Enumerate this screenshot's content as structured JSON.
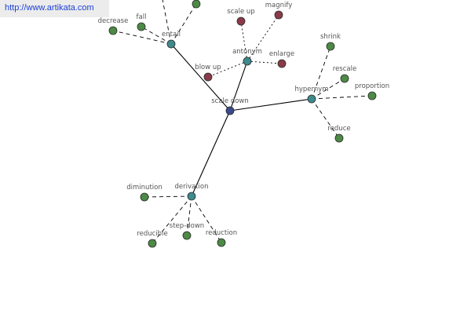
{
  "watermark": {
    "text": "http://www.artikata.com"
  },
  "colors": {
    "center": "#3a4a8a",
    "relation": "#3f8a8c",
    "antonym_leaf": "#8a3a48",
    "leaf": "#4c8a45",
    "edge": "#000000",
    "label": "#555555",
    "watermark_text": "#1c3fd6",
    "watermark_bg": "#ececec"
  },
  "nodes": [
    {
      "id": "scale-down",
      "label": "scale down",
      "kind": "center"
    },
    {
      "id": "entail",
      "label": "entail",
      "kind": "relation"
    },
    {
      "id": "antonym",
      "label": "antonym",
      "kind": "relation"
    },
    {
      "id": "hypernym",
      "label": "hypernym",
      "kind": "relation"
    },
    {
      "id": "derivation",
      "label": "derivation",
      "kind": "relation"
    },
    {
      "id": "decrease",
      "label": "decrease",
      "kind": "leaf"
    },
    {
      "id": "fall",
      "label": "fall",
      "kind": "leaf"
    },
    {
      "id": "entail-top-a",
      "label": "",
      "kind": "leaf"
    },
    {
      "id": "entail-top-b",
      "label": "",
      "kind": "leaf"
    },
    {
      "id": "scale-up",
      "label": "scale up",
      "kind": "antonym_leaf"
    },
    {
      "id": "magnify",
      "label": "magnify",
      "kind": "antonym_leaf"
    },
    {
      "id": "enlarge",
      "label": "enlarge",
      "kind": "antonym_leaf"
    },
    {
      "id": "blow-up",
      "label": "blow up",
      "kind": "antonym_leaf"
    },
    {
      "id": "shrink",
      "label": "shrink",
      "kind": "leaf"
    },
    {
      "id": "rescale",
      "label": "rescale",
      "kind": "leaf"
    },
    {
      "id": "proportion",
      "label": "proportion",
      "kind": "leaf"
    },
    {
      "id": "reduce",
      "label": "reduce",
      "kind": "leaf"
    },
    {
      "id": "diminution",
      "label": "diminution",
      "kind": "leaf"
    },
    {
      "id": "step-down",
      "label": "step-down",
      "kind": "leaf"
    },
    {
      "id": "reducible",
      "label": "reducible",
      "kind": "leaf"
    },
    {
      "id": "reduction",
      "label": "reduction",
      "kind": "leaf"
    }
  ],
  "edges": [
    {
      "from": "scale-down",
      "to": "entail",
      "style": "solid"
    },
    {
      "from": "scale-down",
      "to": "antonym",
      "style": "solid"
    },
    {
      "from": "scale-down",
      "to": "hypernym",
      "style": "solid"
    },
    {
      "from": "scale-down",
      "to": "derivation",
      "style": "solid"
    },
    {
      "from": "entail",
      "to": "decrease",
      "style": "dashed"
    },
    {
      "from": "entail",
      "to": "fall",
      "style": "dashed"
    },
    {
      "from": "entail",
      "to": "entail-top-a",
      "style": "dashed"
    },
    {
      "from": "entail",
      "to": "entail-top-b",
      "style": "dashed"
    },
    {
      "from": "antonym",
      "to": "scale-up",
      "style": "dotted"
    },
    {
      "from": "antonym",
      "to": "magnify",
      "style": "dotted"
    },
    {
      "from": "antonym",
      "to": "enlarge",
      "style": "dotted"
    },
    {
      "from": "antonym",
      "to": "blow-up",
      "style": "dotted"
    },
    {
      "from": "hypernym",
      "to": "shrink",
      "style": "dashed"
    },
    {
      "from": "hypernym",
      "to": "rescale",
      "style": "dashed"
    },
    {
      "from": "hypernym",
      "to": "proportion",
      "style": "dashed"
    },
    {
      "from": "hypernym",
      "to": "reduce",
      "style": "dashed"
    },
    {
      "from": "derivation",
      "to": "diminution",
      "style": "dashed"
    },
    {
      "from": "derivation",
      "to": "step-down",
      "style": "dashed"
    },
    {
      "from": "derivation",
      "to": "reducible",
      "style": "dashed"
    },
    {
      "from": "derivation",
      "to": "reduction",
      "style": "dashed"
    }
  ]
}
